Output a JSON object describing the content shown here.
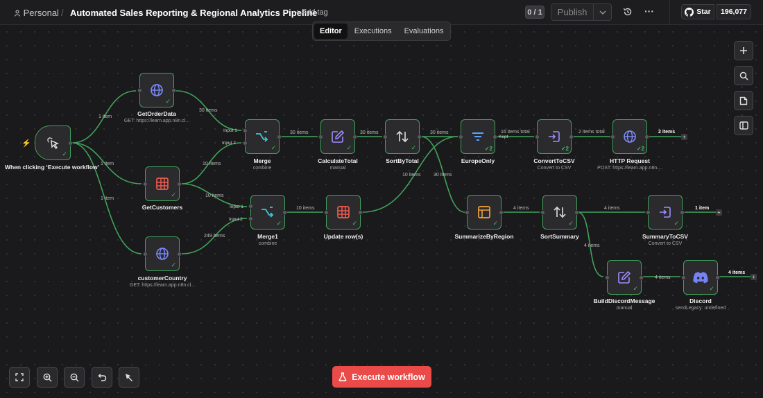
{
  "header": {
    "workspace": "Personal",
    "separator": "/",
    "workflow_title": "Automated Sales Reporting & Regional Analytics Pipeline",
    "add_tag": "+ Add tag",
    "version": "0 / 1",
    "publish": "Publish",
    "github_star": "Star",
    "github_count": "196,077"
  },
  "tabs": [
    "Editor",
    "Executions",
    "Evaluations"
  ],
  "execute_button": "Execute workflow",
  "nodes": {
    "trigger": {
      "title": "When clicking ‘Execute workflow’"
    },
    "getorderdata": {
      "title": "GetOrderData",
      "subtitle": "GET: https://learn.app.n8n.cl..."
    },
    "getcustomers": {
      "title": "GetCustomers"
    },
    "customercountry": {
      "title": "customerCountry",
      "subtitle": "GET: https://learn.app.n8n.cl..."
    },
    "merge": {
      "title": "Merge",
      "subtitle": "combine"
    },
    "merge1": {
      "title": "Merge1",
      "subtitle": "combine"
    },
    "calculatetotal": {
      "title": "CalculateTotal",
      "subtitle": "manual"
    },
    "sortbytotal": {
      "title": "SortByTotal"
    },
    "updaterows": {
      "title": "Update row(s)"
    },
    "europeonly": {
      "title": "EuropeOnly",
      "count": "2"
    },
    "converttocsv": {
      "title": "ConvertToCSV",
      "subtitle": "Convert to CSV",
      "count": "2"
    },
    "httprequest": {
      "title": "HTTP Request",
      "subtitle": "POST: https://learn.app.n8n....",
      "count": "2"
    },
    "summarizebyregion": {
      "title": "SummarizeByRegion"
    },
    "sortsummary": {
      "title": "SortSummary"
    },
    "summarytocsv": {
      "title": "SummaryToCSV",
      "subtitle": "Convert to CSV"
    },
    "builddiscordmessage": {
      "title": "BuildDiscordMessage",
      "subtitle": "manual"
    },
    "discord": {
      "title": "Discord",
      "subtitle": "sendLegacy: undefined"
    }
  },
  "edge_labels": {
    "trig_order": "1 item",
    "trig_cust": "1 item",
    "trig_country": "1 item",
    "order_merge": "30 items",
    "cust_merge": "10 items",
    "cust_merge1": "10 items",
    "country_merge1": "249 items",
    "merge_calc": "30 items",
    "calc_sort": "30 items",
    "sort_europe": "30 items",
    "sort_summarize": "30 items",
    "merge1_update": "10 items",
    "update_europe": "10 items",
    "europe_convert": "16 items total",
    "europe_kept": "Kept",
    "convert_http": "2 items total",
    "http_out": "2 items",
    "summarize_sort": "4 items",
    "sortsum_csv": "4 items",
    "sortsum_build": "4 items",
    "summarycsv_out": "1 item",
    "build_discord": "4 items",
    "discord_out": "4 items"
  },
  "ports": {
    "input1": "Input 1",
    "input2": "Input 2"
  },
  "accent_colors": {
    "edge": "#41a35a",
    "execute": "#ea4b48",
    "http_icon": "#7b8cff",
    "table_icon": "#ef5a4e",
    "filter_icon": "#5aa4ff",
    "summarize_icon": "#f2a33a",
    "merge_icon": "#3fc7d6"
  },
  "icons": {
    "trigger": "cursor-click-icon",
    "http": "globe-icon",
    "sheet": "table-icon",
    "merge": "merge-icon",
    "edit": "pencil-icon",
    "sort": "sort-arrows-icon",
    "filter": "filter-icon",
    "convert": "file-export-icon",
    "summarize": "summarize-icon",
    "discord": "discord-icon"
  }
}
